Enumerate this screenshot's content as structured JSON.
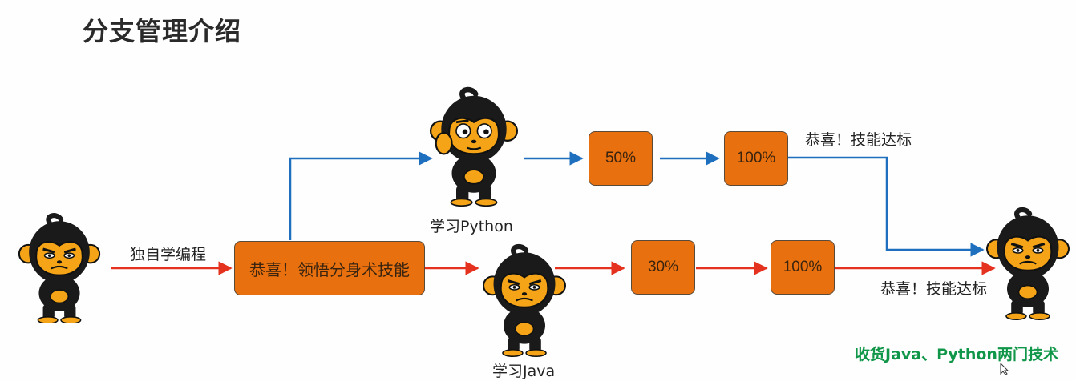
{
  "title": "分支管理介绍",
  "labels": {
    "self_study": "独自学编程",
    "learn_python": "学习Python",
    "learn_java": "学习Java",
    "congrats_top": "恭喜！技能达标",
    "congrats_bottom": "恭喜！技能达标",
    "result": "收货Java、Python两门技术"
  },
  "boxes": {
    "clone_skill": "恭喜！领悟分身术技能",
    "python_50": "50%",
    "python_100": "100%",
    "java_30": "30%",
    "java_100": "100%"
  },
  "colors": {
    "python_branch": "#1f6fbf",
    "java_branch": "#e5321e",
    "box_fill": "#e8700e",
    "result_text": "#0f9648"
  },
  "icons": {
    "start": "monkey-frown-icon",
    "python": "monkey-thinking-icon",
    "java": "monkey-frown-icon",
    "end": "monkey-frown-icon"
  }
}
